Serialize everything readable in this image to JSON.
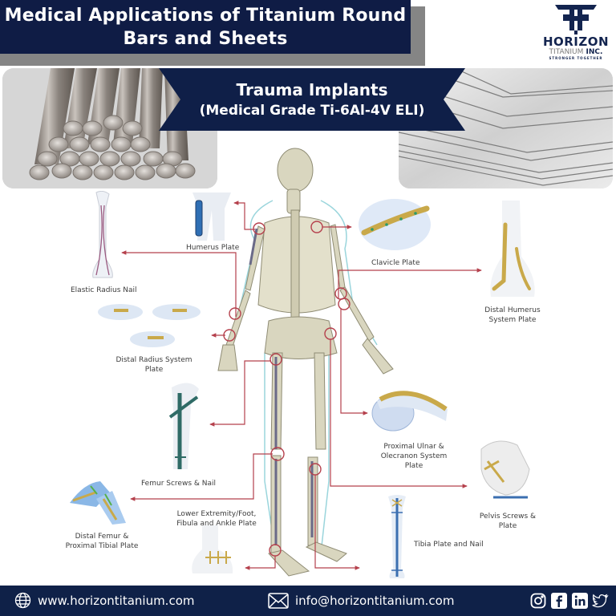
{
  "header": {
    "title_line1": "Medical Applications of Titanium Round",
    "title_line2": "Bars and Sheets"
  },
  "logo": {
    "name": "HORIZON",
    "sub_prefix": "TITANIUM",
    "sub_suffix": " INC.",
    "tagline": "STRONGER TOGETHER",
    "icon": "horizon-th-monogram-icon"
  },
  "banner": {
    "line1": "Trauma Implants",
    "line2": "(Medical Grade Ti-6Al-4V ELI)"
  },
  "photos": {
    "left": "titanium-round-bars-photo",
    "right": "titanium-sheets-photo"
  },
  "labels": {
    "humerus_plate": "Humerus Plate",
    "elastic_radius_nail": "Elastic Radius Nail",
    "clavicle_plate": "Clavicle Plate",
    "distal_humerus_l1": "Distal Humerus",
    "distal_humerus_l2": "System Plate",
    "distal_radius_l1": "Distal Radius System",
    "distal_radius_l2": "Plate",
    "proximal_ulnar_l1": "Proximal Ulnar &",
    "proximal_ulnar_l2": "Olecranon System",
    "proximal_ulnar_l3": "Plate",
    "femur_screws": "Femur Screws & Nail",
    "pelvis_l1": "Pelvis Screws &",
    "pelvis_l2": "Plate",
    "distal_femur_l1": "Distal Femur &",
    "distal_femur_l2": "Proximal Tibial Plate",
    "lower_ext_l1": "Lower Extremity/Foot,",
    "lower_ext_l2": "Fibula and Ankle Plate",
    "tibia": "Tibia Plate and Nail"
  },
  "colors": {
    "navy": "#0f1c45",
    "footer_navy": "#0f2148",
    "callout_red": "#b5404c",
    "bone": "#d9d6bf",
    "implant_gold": "#c9a94a",
    "implant_blue": "#3b6fb0"
  },
  "footer": {
    "website": "www.horizontitanium.com",
    "email": "info@horizontitanium.com",
    "social": [
      "instagram-icon",
      "facebook-icon",
      "linkedin-icon",
      "twitter-icon"
    ]
  }
}
